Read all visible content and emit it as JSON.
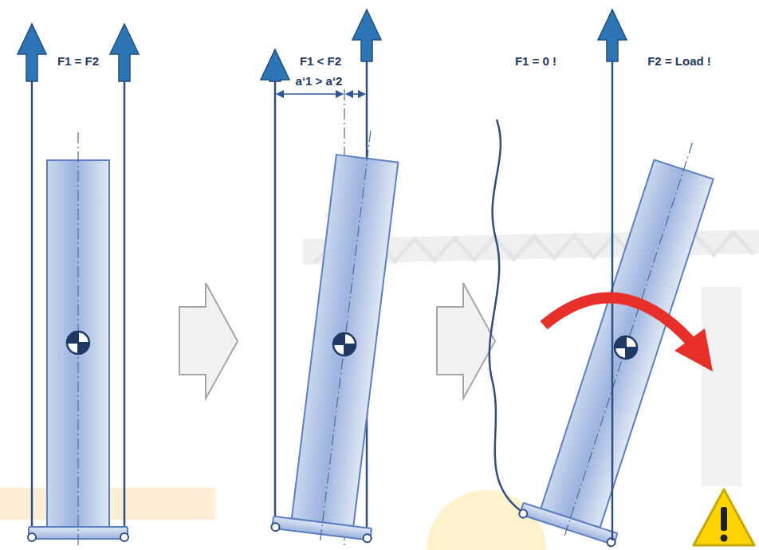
{
  "diagram": {
    "labels": [
      "F1 = F2",
      "F1 < F2",
      "a‘1 > a‘2",
      "F1 = 0 !",
      "F2 = Load !"
    ]
  }
}
